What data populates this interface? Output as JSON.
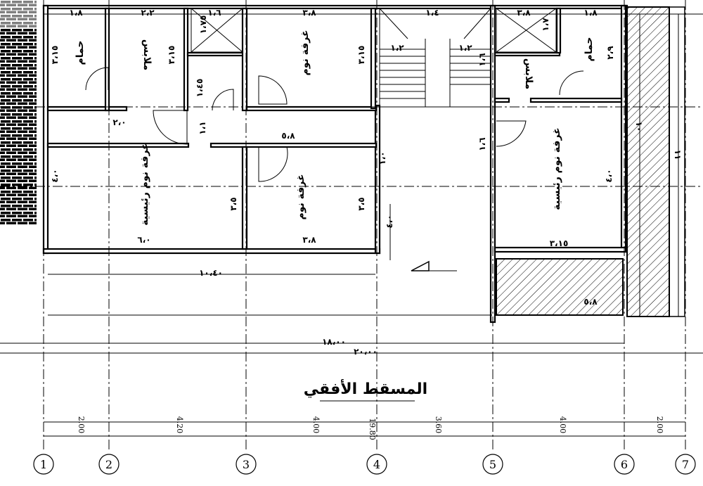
{
  "plan_title": "المسقط الأفقي",
  "rooms": {
    "bath_left": "حمام",
    "wardrobe_left": "ملابس",
    "bedroom_top": "غرفة نوم",
    "master_left": "غرفة نوم رئيسية",
    "bedroom_mid": "غرفة نوم",
    "bath_right": "حمام",
    "wardrobe_right": "ملابس",
    "master_right": "غرفة نوم رئيسية"
  },
  "dims": {
    "d_1_8a": "١،٨",
    "d_2_2": "٢،٢",
    "d_1_6": "١،٦",
    "d_3_8a": "٣،٨",
    "d_1_4": "١،٤",
    "d_1_75": "١،٧٥",
    "d_1_8b": "١،٨",
    "d_3_15a": "٣،١٥",
    "d_3_15b": "٣،١٥",
    "d_3_15c": "٣،١٥",
    "d_3_15d": "٣،١٥",
    "d_2_9": "٢،٩",
    "d_1_2a": "١،٢",
    "d_1_2b": "١،٢",
    "d_1_45": "١،٤٥",
    "d_1_6b": "١،٦",
    "d_1_7b": "١،٧",
    "d_2_0a": "٢،٠",
    "d_1_1": "١،١",
    "d_5_8a": "٥،٨",
    "d_1_6c": "١،٦",
    "d_4_0a": "٤،٠",
    "d_3_5a": "٣،٥",
    "d_3_5b": "٣،٥",
    "d_4_0b": "٤،٠",
    "d_1_0": "١،٠",
    "d_6_0": "٦،٠",
    "d_3_8b": "٣،٨",
    "d_3_8c": "٣،٨",
    "d_10_4": "١٠،٤٠",
    "d_5_8b": "٥،٨",
    "d_10": "١٠",
    "d_11": "١١",
    "d_18": "١٨،٠٠",
    "d_20": "٢٠،٠٠",
    "d_4_0c": "٤،٠"
  },
  "bottom_dims": [
    "2.00",
    "4.20",
    "4.00",
    "3.60",
    "4.00",
    "2.00"
  ],
  "bottom_total": "19.80",
  "grid_labels": [
    "1",
    "2",
    "3",
    "4",
    "5",
    "6",
    "7"
  ]
}
